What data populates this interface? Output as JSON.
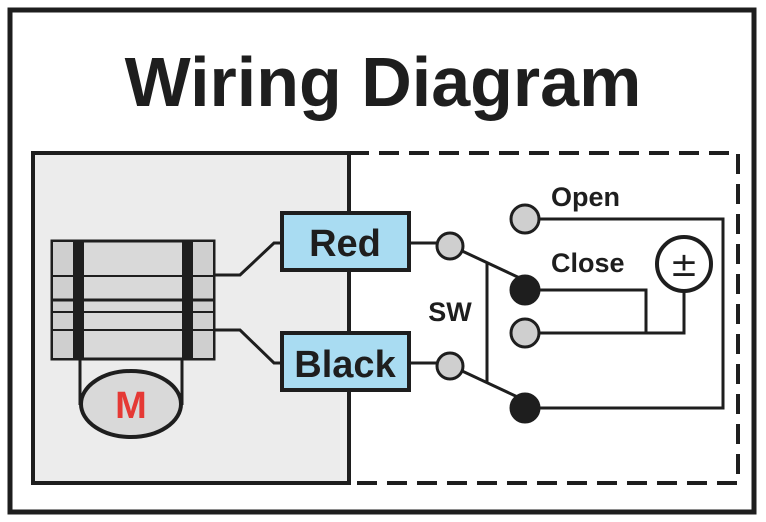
{
  "title": "Wiring Diagram",
  "motor": {
    "label": "M"
  },
  "wires": {
    "red": "Red",
    "black": "Black"
  },
  "switch": {
    "label": "SW"
  },
  "terminals": {
    "open": "Open",
    "close": "Close"
  },
  "power": {
    "symbol": "±"
  },
  "colors": {
    "outline": "#1e1e1e",
    "device_panel": "#ececec",
    "wire_label_fill": "#a9dcf2",
    "motor_label": "#e53935",
    "terminal_open": "#cfcfcf",
    "terminal_closed": "#1e1e1e"
  }
}
